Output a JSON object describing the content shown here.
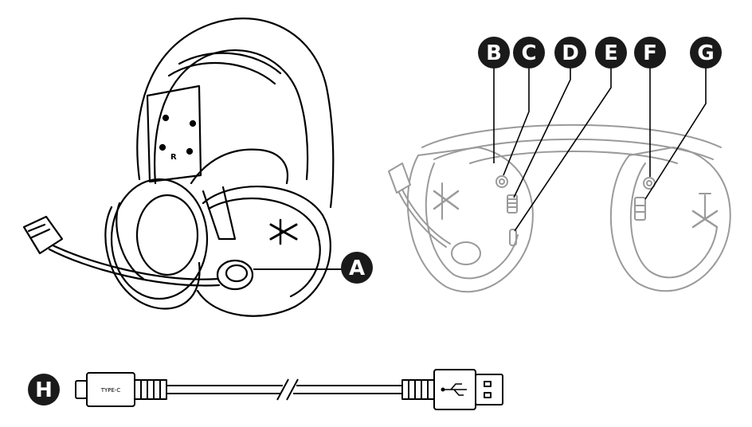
{
  "callouts": {
    "a": "A",
    "b": "B",
    "c": "C",
    "d": "D",
    "e": "E",
    "f": "F",
    "g": "G",
    "h": "H"
  },
  "cable": {
    "connector_text": "TYPE-C"
  },
  "colors": {
    "callout_fill": "#1a1a1a",
    "line_dark": "#000000",
    "line_light": "#9a9a9a"
  }
}
